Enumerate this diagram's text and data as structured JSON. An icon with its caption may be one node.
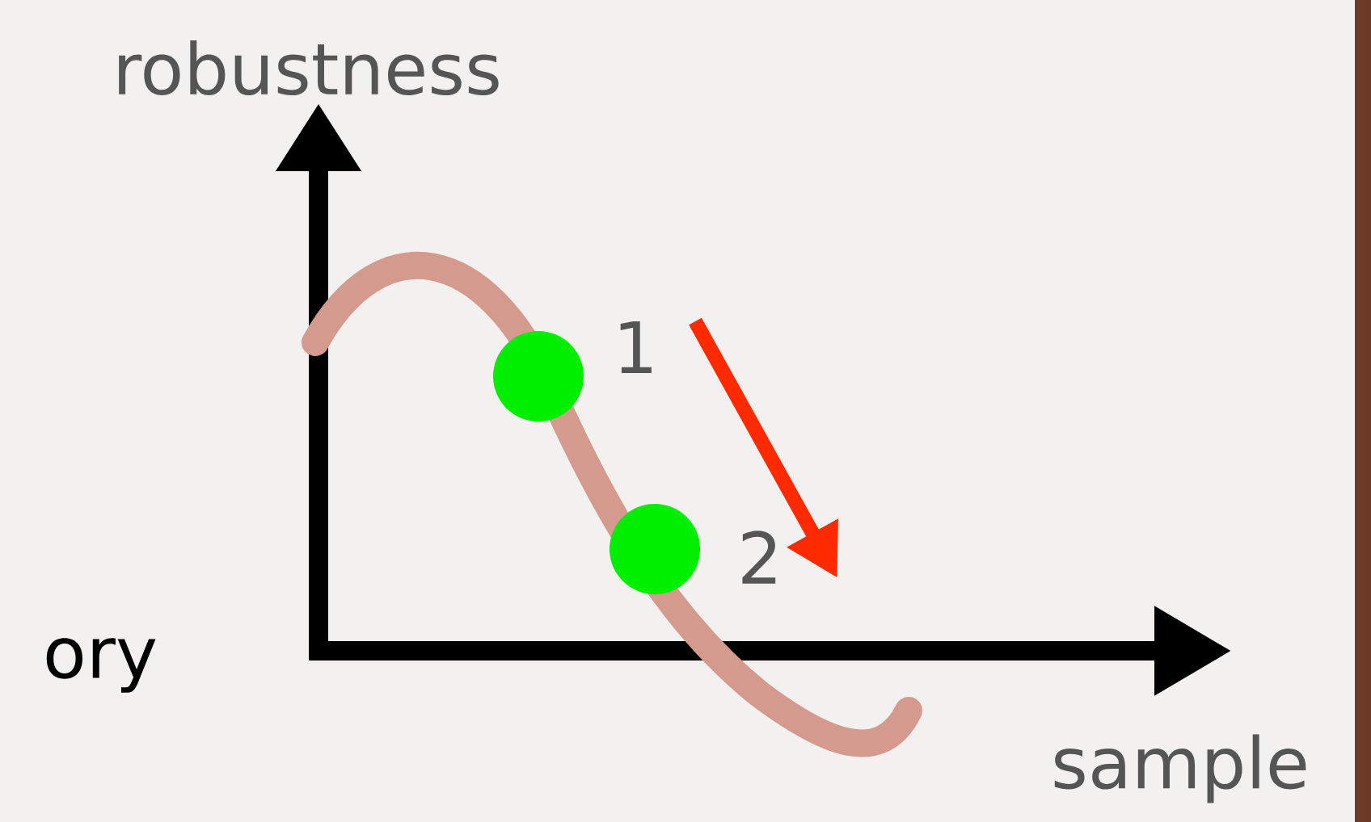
{
  "diagram": {
    "nodes": [
      {
        "text": [],
        "shape": "circle",
        "beside": [
          "1"
        ]
      },
      {
        "text": [],
        "shape": "circle",
        "beside": [
          "2"
        ]
      }
    ],
    "edges": [],
    "labels": [
      "robustness",
      "ory",
      "sample"
    ]
  }
}
